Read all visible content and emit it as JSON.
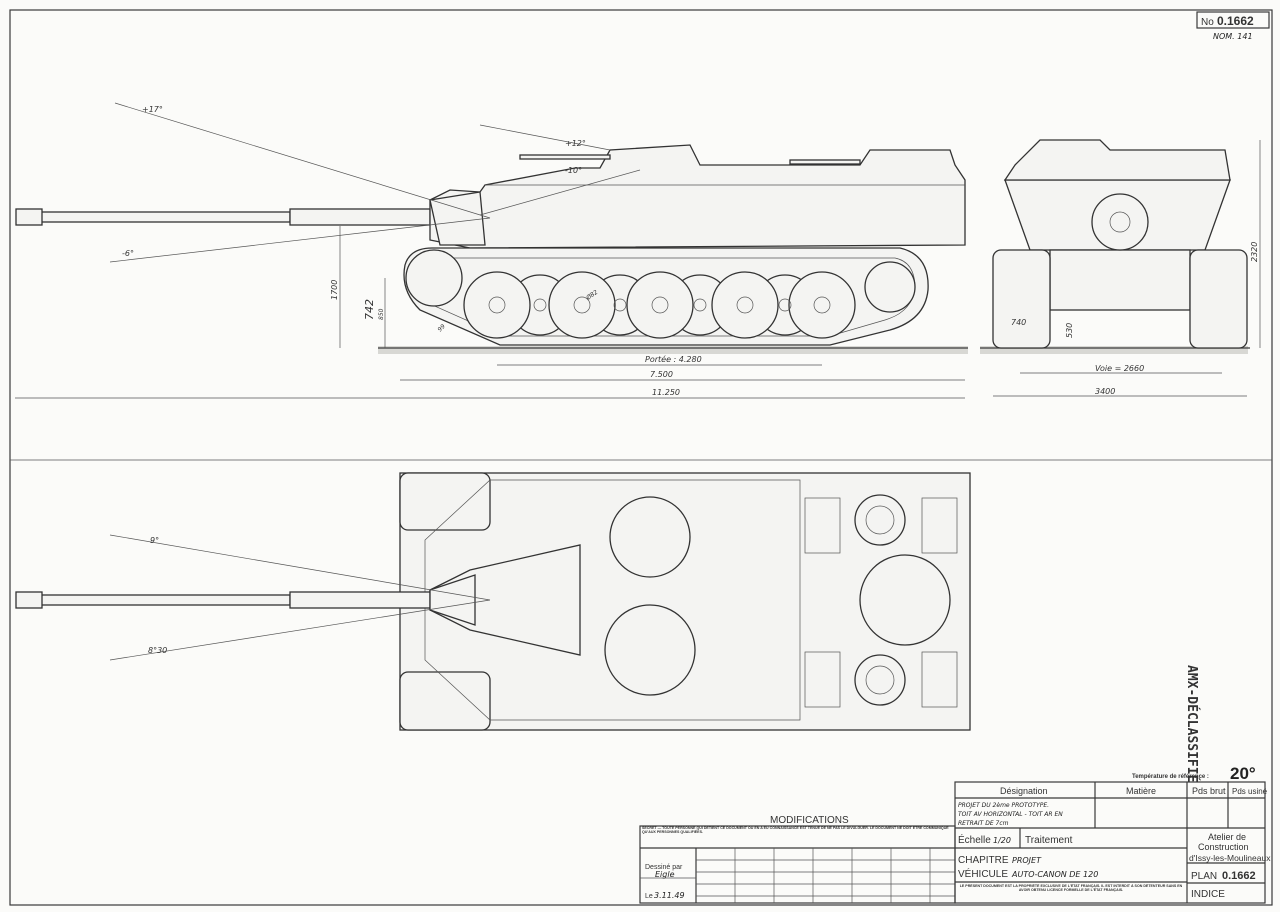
{
  "header": {
    "number_label": "No",
    "number": "0.1662",
    "nomenclature": "NOM. 141"
  },
  "side_view": {
    "angles": {
      "max_elevation": "+17°",
      "max_depression": "-6°",
      "mg_elevation": "+12°",
      "mg_depression": "-10°"
    },
    "dimensions": {
      "height": "1700",
      "wheel_height": "742",
      "clearance": "850",
      "track_thickness": "99",
      "wheel_diameter": "Ø82",
      "contact_length": "Portée : 4.280",
      "hull_length": "7.500",
      "overall_length": "11.250"
    }
  },
  "front_view": {
    "dimensions": {
      "track_width": "740",
      "ground_clearance": "530",
      "track_gauge": "Voie = 2660",
      "overall_width": "3400",
      "overall_height": "2320"
    }
  },
  "top_view": {
    "angles": {
      "traverse_left": "9°",
      "traverse_right": "8°30"
    }
  },
  "stamp": "AMX-DÉCLASSIFIÉ",
  "title_block": {
    "reference_temperature_label": "Température de référence :",
    "reference_temperature": "20°",
    "headers": {
      "designation": "Désignation",
      "material": "Matière",
      "gross_weight": "Pds brut",
      "machined_weight": "Pds usiné"
    },
    "designation_lines": [
      "PROJET DU 2ème PROTOTYPE.",
      "TOIT AV HORIZONTAL - TOIT AR EN",
      "RETRAIT DE 7cm"
    ],
    "scale_label": "Échelle",
    "scale": "1/20",
    "treatment_label": "Traitement",
    "chapter_label": "CHAPITRE",
    "chapter": "PROJET",
    "vehicle_label": "VÉHICULE",
    "vehicle": "AUTO-CANON DE 120",
    "workshop": [
      "Atelier de",
      "Construction",
      "d'Issy-les-Moulineaux"
    ],
    "plan_label": "PLAN",
    "plan": "0.1662",
    "index_label": "INDICE",
    "notice": "LE PRÉSENT DOCUMENT EST LA PROPRIÉTÉ EXCLUSIVE DE L'ÉTAT FRANÇAIS. IL EST INTERDIT À SON DÉTENTEUR SANS EN AVOIR OBTENU LICENCE FORMELLE DE L'ÉTAT FRANÇAIS."
  },
  "modifications": {
    "title": "MODIFICATIONS",
    "warning": "SECRET — TOUTE PERSONNE QUI DÉTIENT CE DOCUMENT OU EN A EU CONNAISSANCE EST TENUE DE NE PAS LE DIVULGUER. LE DOCUMENT NE DOIT ÊTRE COMMUNIQUÉ QU'AUX PERSONNES QUALIFIÉES.",
    "drawn_by_label": "Dessiné par",
    "drawn_by": "Eigle",
    "date_label": "Le",
    "date": "3.11.49"
  }
}
